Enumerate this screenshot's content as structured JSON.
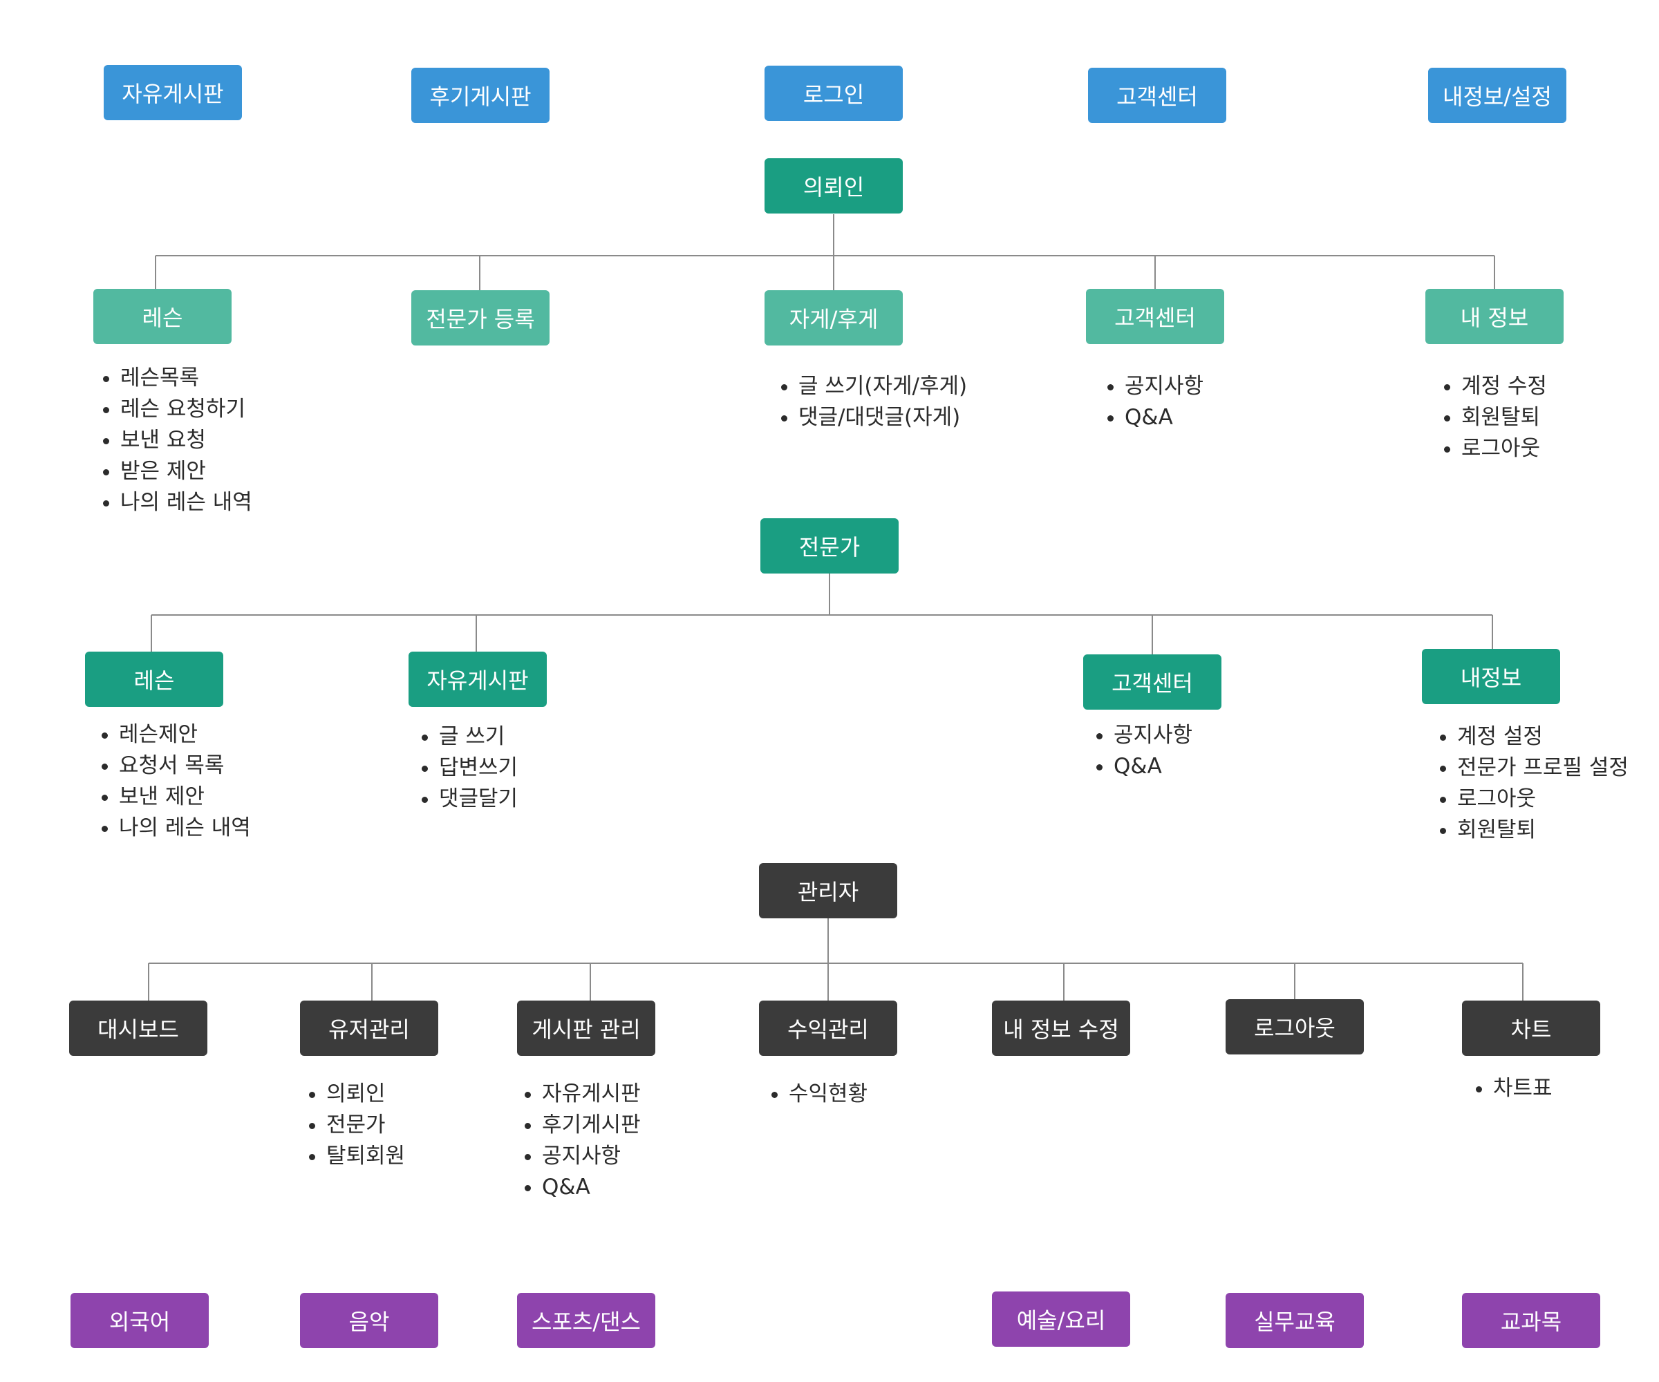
{
  "top_nav": [
    "자유게시판",
    "후기게시판",
    "로그인",
    "고객센터",
    "내정보/설정"
  ],
  "client": {
    "title": "의뢰인",
    "children": [
      {
        "label": "레슨",
        "items": [
          "레슨목록",
          "레슨 요청하기",
          "보낸 요청",
          "받은 제안",
          "나의 레슨 내역"
        ]
      },
      {
        "label": "전문가 등록",
        "items": []
      },
      {
        "label": "자게/후게",
        "items": [
          "글 쓰기(자게/후게)",
          "댓글/대댓글(자게)"
        ]
      },
      {
        "label": "고객센터",
        "items": [
          "공지사항",
          "Q&A"
        ]
      },
      {
        "label": "내 정보",
        "items": [
          "계정 수정",
          "회원탈퇴",
          "로그아웃"
        ]
      }
    ]
  },
  "expert": {
    "title": "전문가",
    "children": [
      {
        "label": "레슨",
        "items": [
          "레슨제안",
          "요청서 목록",
          "보낸 제안",
          "나의 레슨 내역"
        ]
      },
      {
        "label": "자유게시판",
        "items": [
          "글 쓰기",
          "답변쓰기",
          "댓글달기"
        ]
      },
      {
        "label": "고객센터",
        "items": [
          "공지사항",
          "Q&A"
        ]
      },
      {
        "label": "내정보",
        "items": [
          "계정 설정",
          "전문가 프로필 설정",
          "로그아웃",
          "회원탈퇴"
        ]
      }
    ]
  },
  "admin": {
    "title": "관리자",
    "children": [
      {
        "label": "대시보드",
        "items": []
      },
      {
        "label": "유저관리",
        "items": [
          "의뢰인",
          "전문가",
          "탈퇴회원"
        ]
      },
      {
        "label": "게시판 관리",
        "items": [
          "자유게시판",
          "후기게시판",
          "공지사항",
          "Q&A"
        ]
      },
      {
        "label": "수익관리",
        "items": [
          "수익현황"
        ]
      },
      {
        "label": "내 정보 수정",
        "items": []
      },
      {
        "label": "로그아웃",
        "items": []
      },
      {
        "label": "차트",
        "items": [
          "차트표"
        ]
      }
    ]
  },
  "categories": [
    "외국어",
    "음악",
    "스포츠/댄스",
    "예술/요리",
    "실무교육",
    "교과목"
  ],
  "colors": {
    "nav": "#3a95d8",
    "client_root": "#1a9e82",
    "client_child": "#52b9a0",
    "expert": "#1a9e82",
    "admin": "#3b3b3b",
    "category": "#8e44ad",
    "connector": "#8a8a8a"
  }
}
